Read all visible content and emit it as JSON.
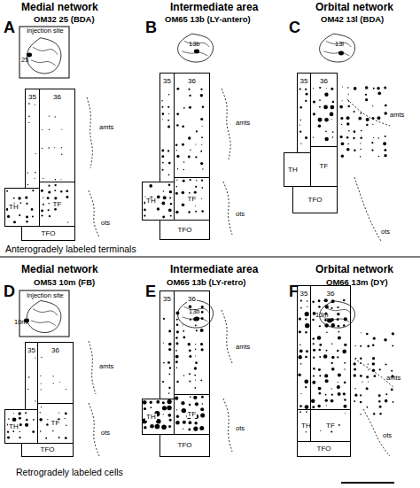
{
  "diagram": {
    "nodes": [
      {
        "text": [
          "35"
        ]
      },
      {
        "text": [
          "36"
        ]
      },
      {
        "text": [
          "TH"
        ]
      },
      {
        "text": [
          "TF"
        ]
      },
      {
        "text": [
          "TFO"
        ]
      },
      {
        "text": [
          "35"
        ]
      },
      {
        "text": [
          "36"
        ]
      },
      {
        "text": [
          "TH"
        ]
      },
      {
        "text": [
          "TF"
        ]
      },
      {
        "text": [
          "TFO"
        ]
      },
      {
        "text": [
          "35"
        ]
      },
      {
        "text": [
          "36"
        ]
      },
      {
        "text": [
          "TH"
        ]
      },
      {
        "text": [
          "TF"
        ]
      },
      {
        "text": [
          "TFO"
        ]
      },
      {
        "text": [
          "35"
        ]
      },
      {
        "text": [
          "36"
        ]
      },
      {
        "text": [
          "TH"
        ]
      },
      {
        "text": [
          "TF"
        ]
      },
      {
        "text": [
          "TFO"
        ]
      },
      {
        "text": [
          "35"
        ]
      },
      {
        "text": [
          "36"
        ]
      },
      {
        "text": [
          "TH"
        ]
      },
      {
        "text": [
          "TF"
        ]
      },
      {
        "text": [
          "TFO"
        ]
      },
      {
        "text": [
          "35"
        ]
      },
      {
        "text": [
          "36"
        ]
      },
      {
        "text": [
          "TH"
        ]
      },
      {
        "text": [
          "TF"
        ]
      },
      {
        "text": [
          "TFO"
        ]
      }
    ],
    "labels": [
      "A",
      "Medial network",
      "OM32 25 (BDA)",
      "Injection site",
      "25",
      "amts",
      "ots",
      "Anterogradely labeled terminals",
      "B",
      "Intermediate area",
      "OM65 13b (LY-antero)",
      "13b",
      "amts",
      "ots",
      "C",
      "Orbital network",
      "OM42 13l (BDA)",
      "13l",
      "amts",
      "ots",
      "D",
      "Medial network",
      "OM53 10m (FB)",
      "Injection site",
      "10m",
      "amts",
      "ots",
      "Retrogradely labeled cells",
      "E",
      "Intermediate area",
      "OM65 13b (LY-retro)",
      "13b",
      "amts",
      "ots",
      "F",
      "Orbital network",
      "OM66 13m (DY)",
      "13m",
      "amts",
      "ots"
    ]
  }
}
